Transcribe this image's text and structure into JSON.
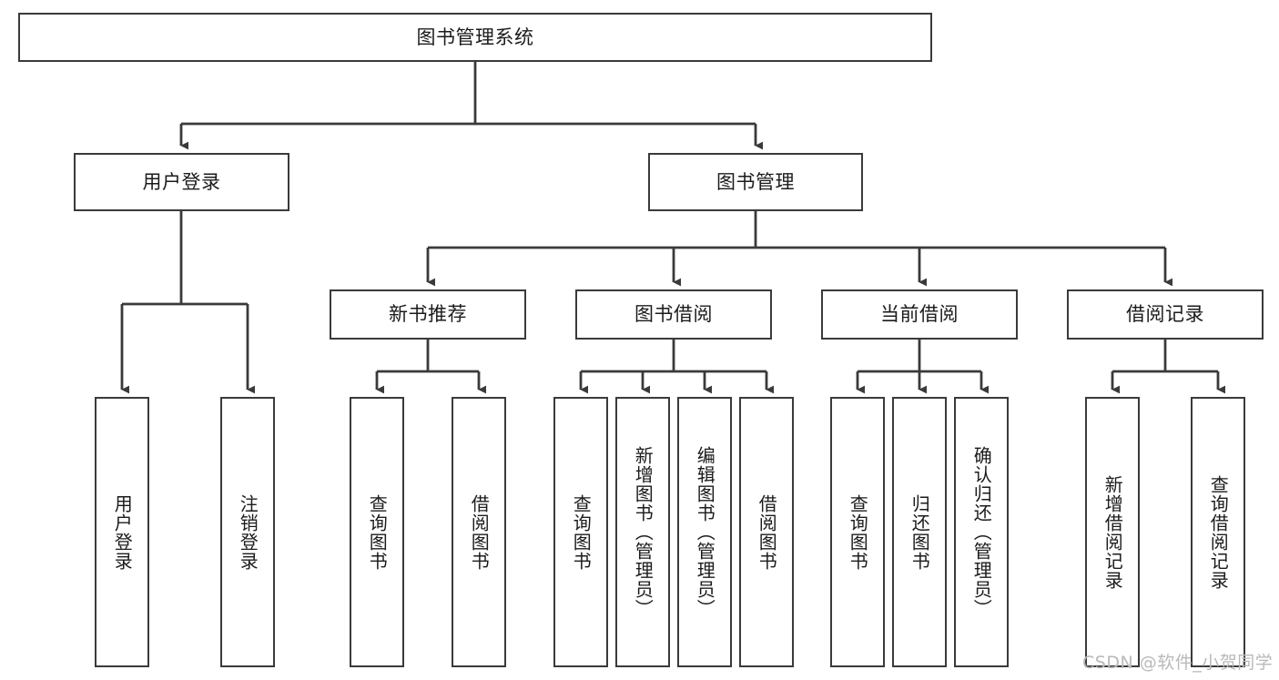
{
  "diagram": {
    "type": "tree",
    "title": "图书管理系统",
    "orientation": "top-down",
    "colors": {
      "background": "#ffffff",
      "box_border": "#3a3a3a",
      "box_fill": "#ffffff",
      "connector": "#3a3a3a",
      "text": "#1b1b1b",
      "watermark": "#b9b9b9"
    },
    "root": {
      "id": "root",
      "label": "图书管理系统"
    },
    "level2": [
      {
        "id": "n-user-login",
        "label": "用户登录"
      },
      {
        "id": "n-book-manage",
        "label": "图书管理"
      }
    ],
    "level3": [
      {
        "id": "n-new-book-rec",
        "label": "新书推荐"
      },
      {
        "id": "n-book-borrow",
        "label": "图书借阅"
      },
      {
        "id": "n-current-borrow",
        "label": "当前借阅"
      },
      {
        "id": "n-borrow-record",
        "label": "借阅记录"
      }
    ],
    "leaves": {
      "user_login": [
        {
          "id": "leaf-user-login",
          "label": "用户登录"
        },
        {
          "id": "leaf-logout-login",
          "label": "注销登录"
        }
      ],
      "new_book_rec": [
        {
          "id": "leaf-query-book-1",
          "label": "查询图书"
        },
        {
          "id": "leaf-borrow-book-1",
          "label": "借阅图书"
        }
      ],
      "book_borrow": [
        {
          "id": "leaf-query-book-2",
          "label": "查询图书"
        },
        {
          "id": "leaf-add-book",
          "label": "新增图书（管理员）"
        },
        {
          "id": "leaf-edit-book",
          "label": "编辑图书（管理员）"
        },
        {
          "id": "leaf-borrow-book-2",
          "label": "借阅图书"
        }
      ],
      "current_borrow": [
        {
          "id": "leaf-query-book-3",
          "label": "查询图书"
        },
        {
          "id": "leaf-return-book",
          "label": "归还图书"
        },
        {
          "id": "leaf-confirm-return",
          "label": "确认归还（管理员）"
        }
      ],
      "borrow_record": [
        {
          "id": "leaf-add-record",
          "label": "新增借阅记录"
        },
        {
          "id": "leaf-query-record",
          "label": "查询借阅记录"
        }
      ]
    }
  },
  "watermark": {
    "text": "CSDN @软件_小贺同学"
  }
}
